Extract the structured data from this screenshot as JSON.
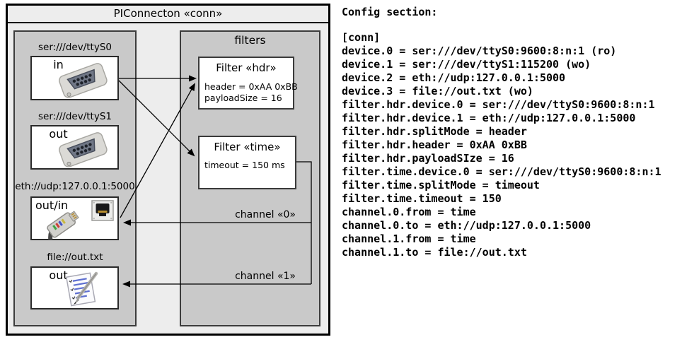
{
  "diagram": {
    "title": "PIConnecton «conn»",
    "devices": [
      {
        "uri": "ser:///dev/ttyS0",
        "direction": "in",
        "icon": "serial-connector-icon"
      },
      {
        "uri": "ser:///dev/ttyS1",
        "direction": "out",
        "icon": "serial-connector-icon"
      },
      {
        "uri": "eth://udp:127.0.0.1:5000",
        "direction": "out/in",
        "icon": "ethernet-plug-icon"
      },
      {
        "uri": "file://out.txt",
        "direction": "out",
        "icon": "notepad-pen-icon"
      }
    ],
    "filters_label": "filters",
    "filters": [
      {
        "title": "Filter «hdr»",
        "properties": [
          "header = 0xAA 0xBB",
          "payloadSize = 16"
        ]
      },
      {
        "title": "Filter «time»",
        "properties": [
          "timeout = 150 ms"
        ]
      }
    ],
    "channels": [
      {
        "label": "channel «0»"
      },
      {
        "label": "channel «1»"
      }
    ]
  },
  "config": {
    "heading": "Config section:",
    "lines": [
      "[conn]",
      "device.0 = ser:///dev/ttyS0:9600:8:n:1 (ro)",
      "device.1 = ser:///dev/ttyS1:115200 (wo)",
      "device.2 = eth://udp:127.0.0.1:5000",
      "device.3 = file://out.txt (wo)",
      "filter.hdr.device.0 = ser:///dev/ttyS0:9600:8:n:1",
      "filter.hdr.device.1 = eth://udp:127.0.0.1:5000",
      "filter.hdr.splitMode = header",
      "filter.hdr.header = 0xAA 0xBB",
      "filter.hdr.payloadSIze = 16",
      "filter.time.device.0 = ser:///dev/ttyS0:9600:8:n:1",
      "filter.time.splitMode = timeout",
      "filter.time.timeout = 150",
      "channel.0.from = time",
      "channel.0.to = eth://udp:127.0.0.1:5000",
      "channel.1.from = time",
      "channel.1.to = file://out.txt"
    ]
  },
  "colors": {
    "outer_background": "#ededed",
    "panel_background": "#c9c9c9",
    "box_background": "#ffffff",
    "line": "#000000",
    "text": "#000000"
  }
}
